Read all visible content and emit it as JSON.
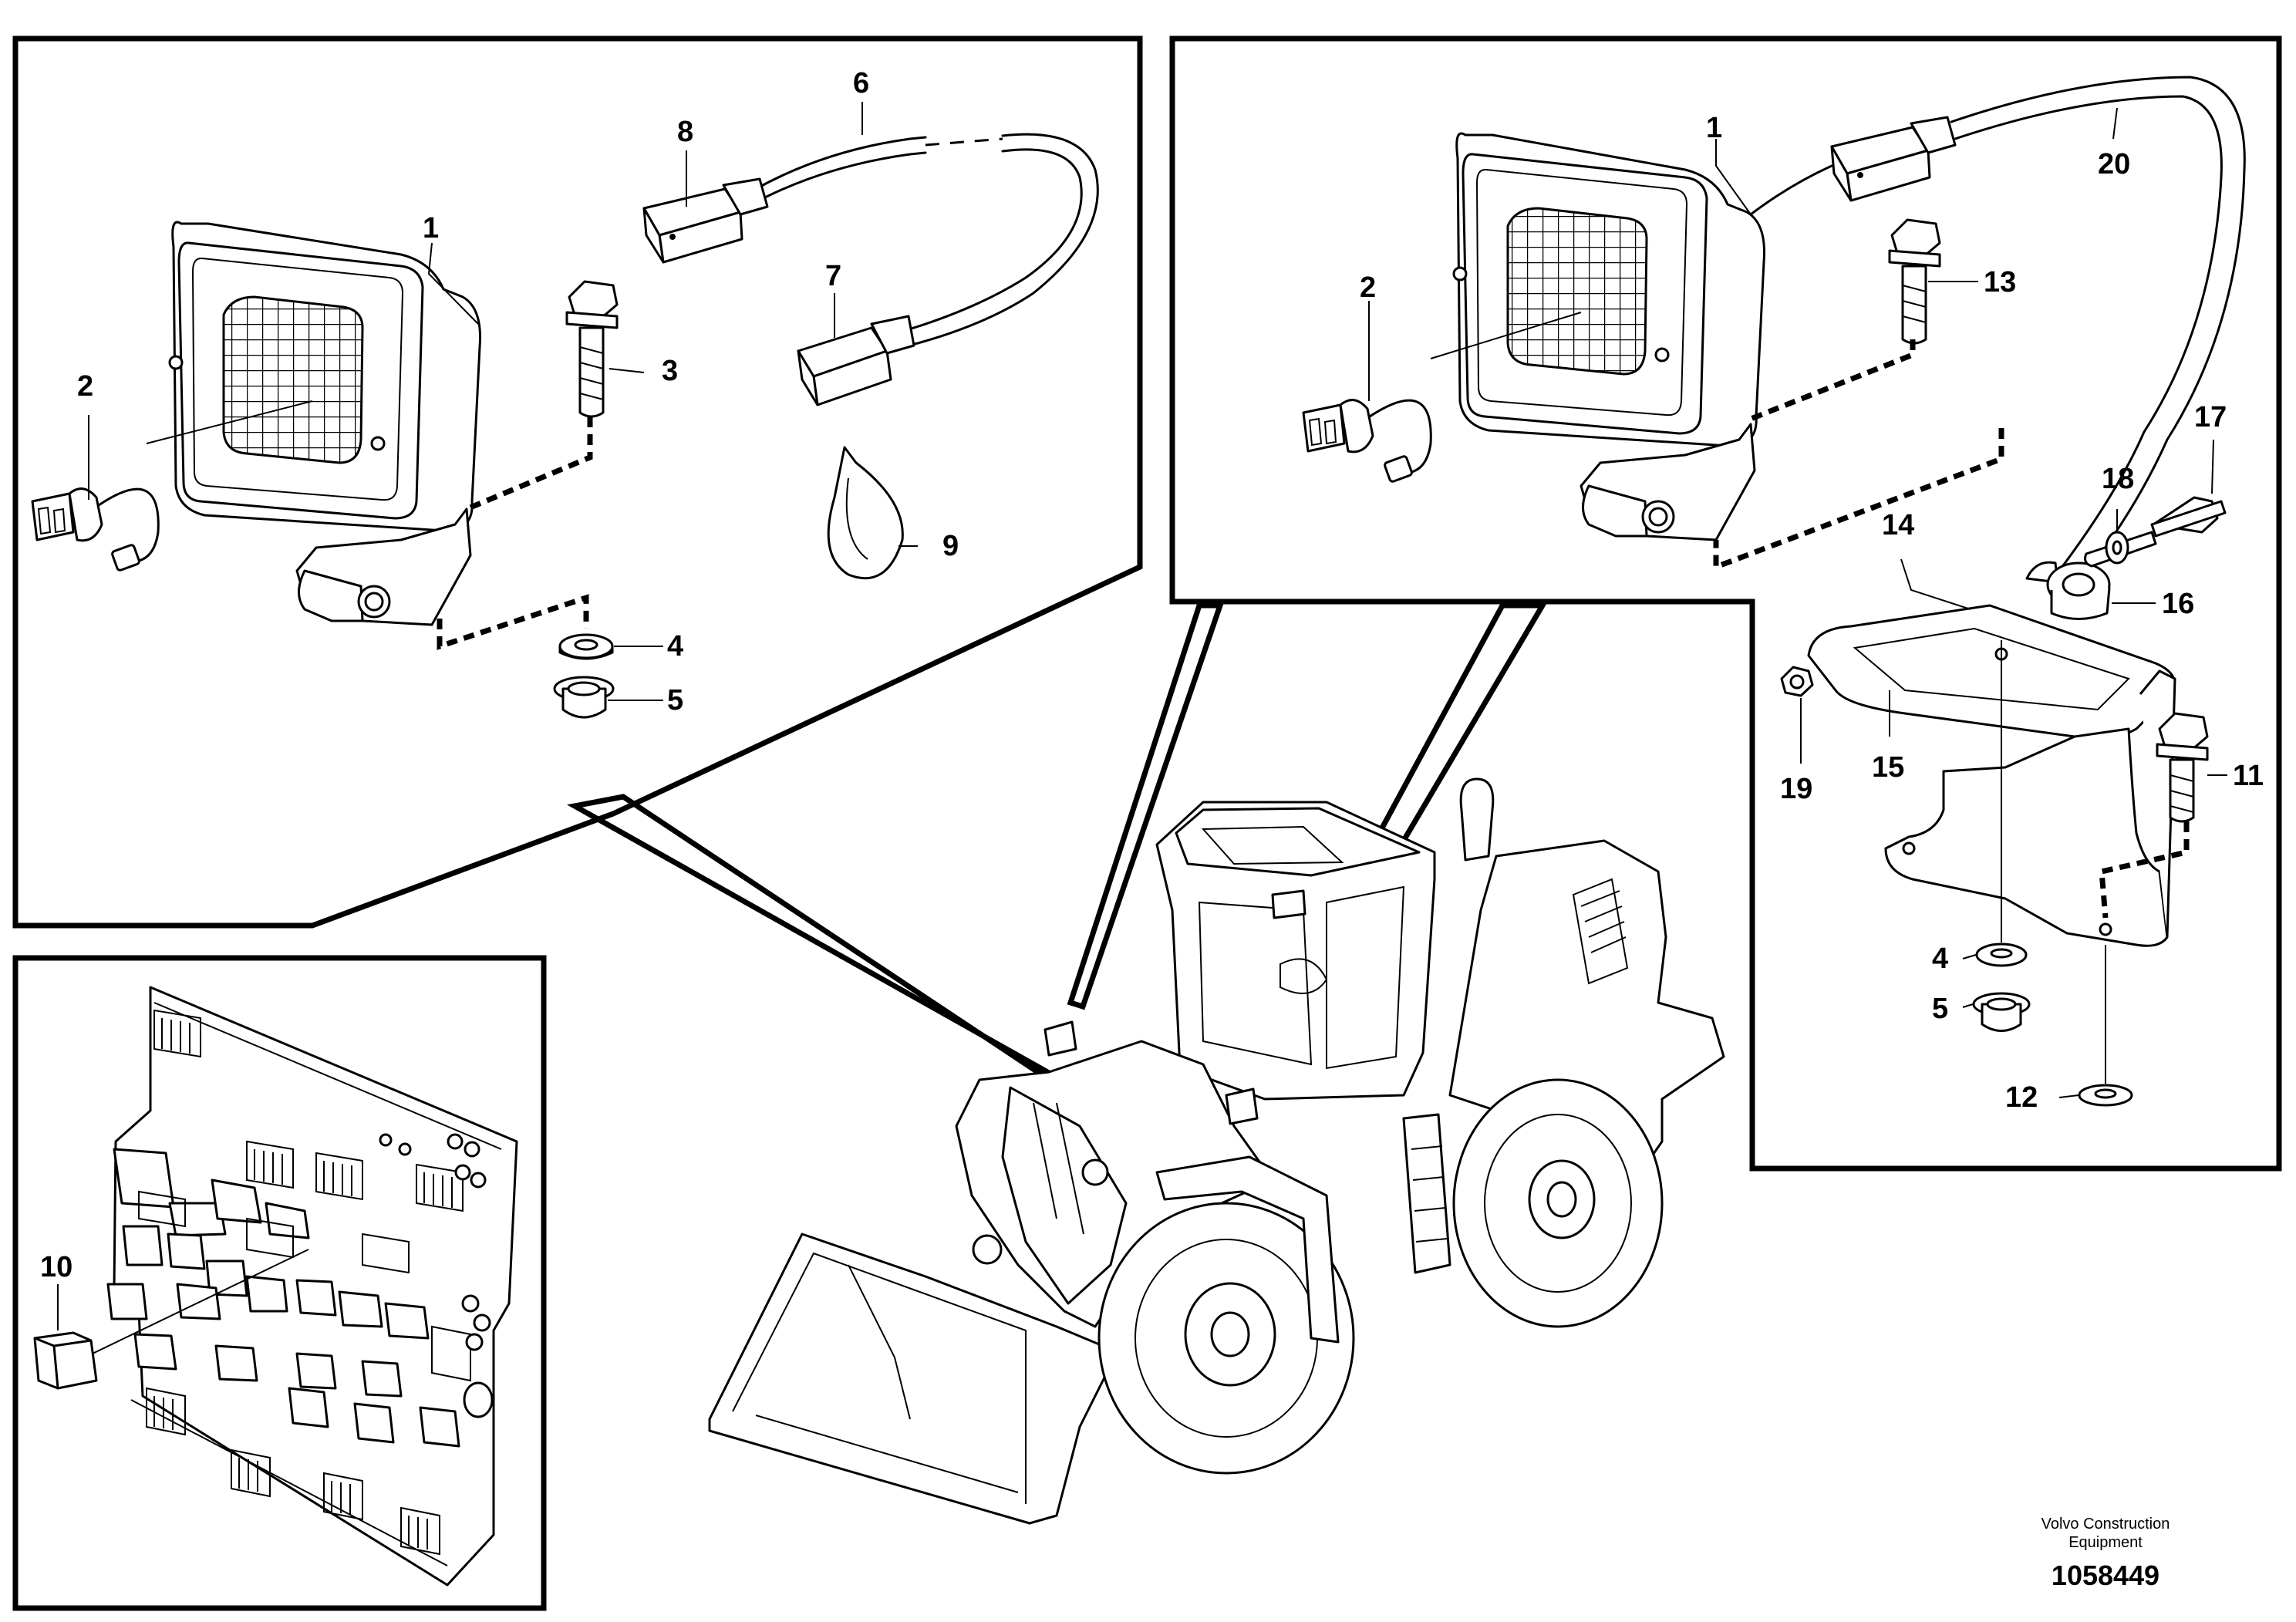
{
  "callouts": {
    "left": [
      "1",
      "2",
      "3",
      "4",
      "5",
      "6",
      "7",
      "8",
      "9"
    ],
    "relay": "10",
    "right": [
      "1",
      "2",
      "13",
      "20",
      "17",
      "18",
      "14",
      "16",
      "19",
      "15",
      "11",
      "4",
      "5",
      "12"
    ]
  },
  "footer": {
    "company_line1": "Volvo Construction",
    "company_line2": "Equipment",
    "drawing_number": "1058449"
  }
}
